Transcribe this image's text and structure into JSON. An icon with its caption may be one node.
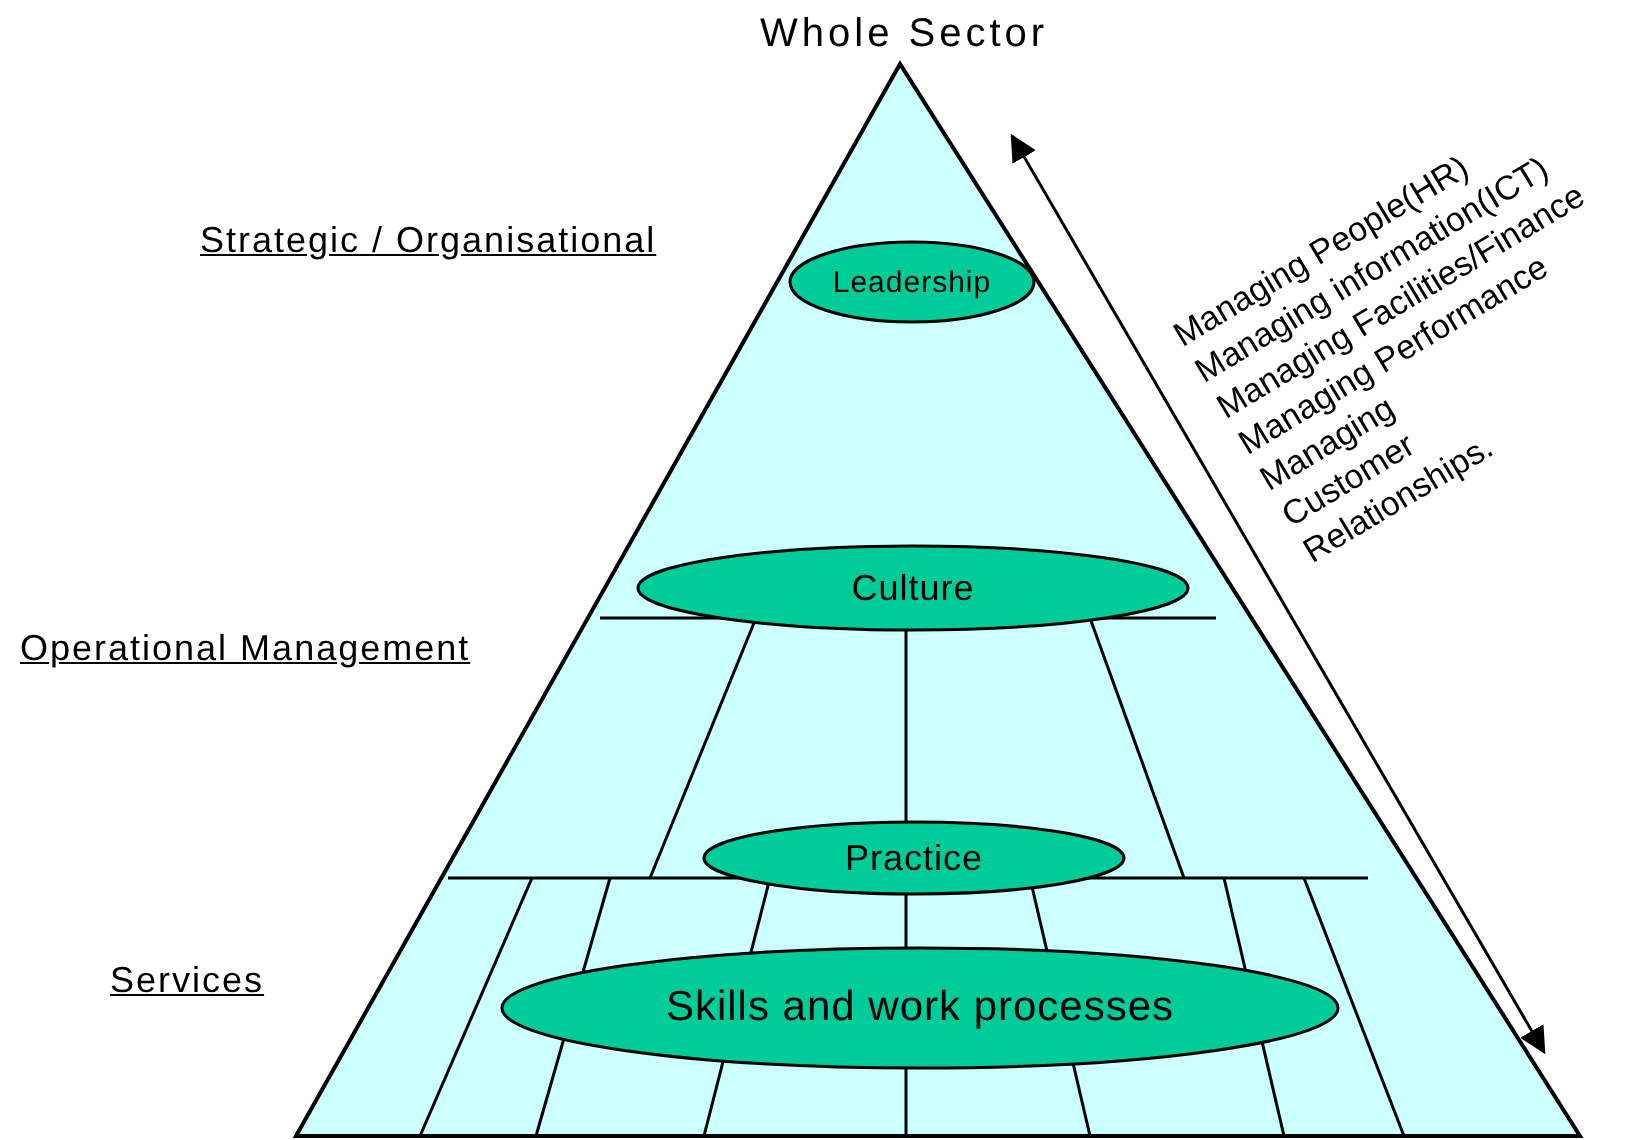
{
  "diagram": {
    "nodes": [
      {
        "text": [
          "Leadership"
        ]
      },
      {
        "text": [
          "Culture"
        ]
      },
      {
        "text": [
          "Practice"
        ]
      },
      {
        "text": [
          "Skills and work processes"
        ]
      }
    ],
    "edges": [],
    "labels": [
      "Whole Sector",
      "Strategic / Organisational",
      "Operational Management",
      "Services",
      "Managing People(HR)",
      "Managing information(ICT)",
      "Managing Facilities/Finance",
      "Managing Performance",
      "Managing Customer Relationships."
    ]
  }
}
